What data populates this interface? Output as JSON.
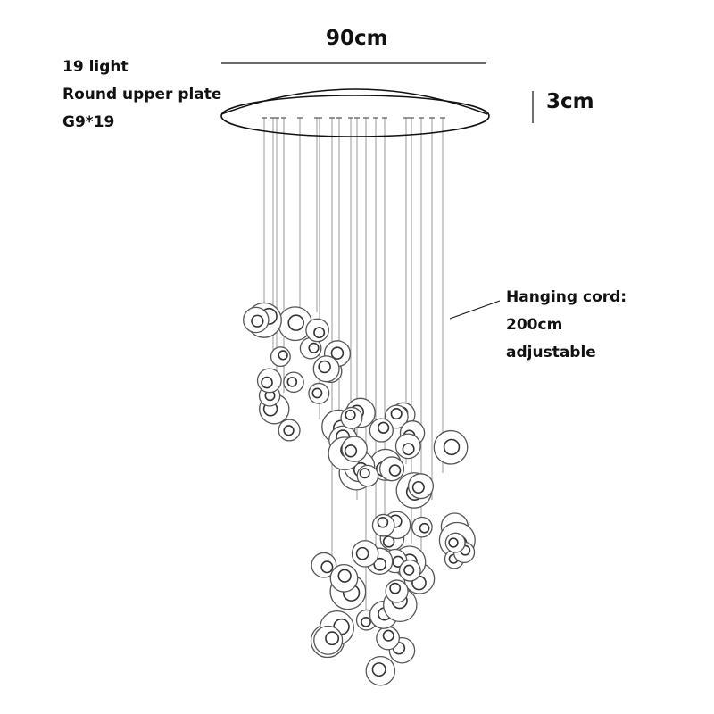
{
  "specs": {
    "count": "19 light",
    "plate": "Round upper plate",
    "bulb": "G9*19"
  },
  "dimensions": {
    "width": "90cm",
    "height": "3cm"
  },
  "cord": {
    "title": "Hanging cord:",
    "length": "200cm",
    "note": "adjustable"
  },
  "colors": {
    "line": "#111111",
    "cord": "#999999",
    "bubble": "#555555"
  }
}
